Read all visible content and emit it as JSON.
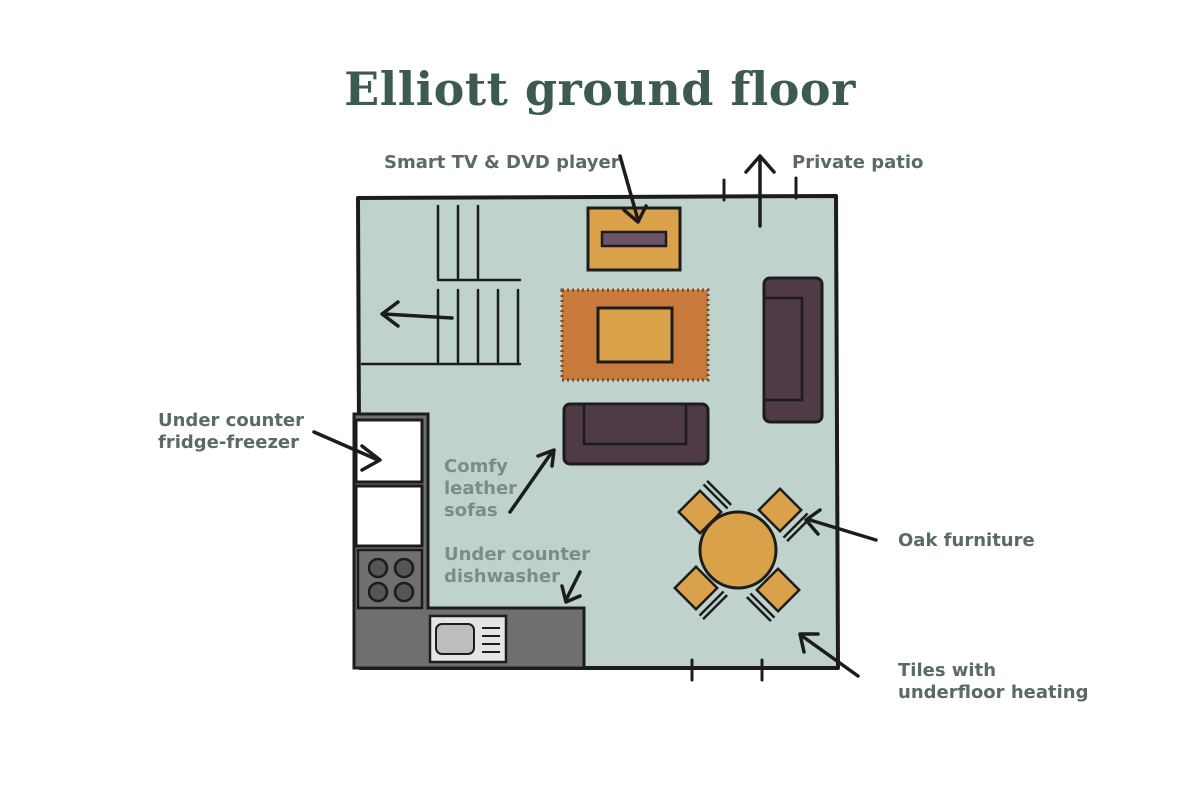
{
  "title": "Elliott ground floor",
  "labels": {
    "tv": "Smart TV & DVD player",
    "patio": "Private patio",
    "fridge": "Under counter\nfridge-freezer",
    "sofas": "Comfy\nleather\nsofas",
    "dishwasher": "Under counter\ndishwasher",
    "oak": "Oak furniture",
    "tiles": "Tiles with\nunderfloor heating"
  },
  "colors": {
    "floor": "#bfd3cc",
    "outline": "#1c1c1c",
    "title": "#3d5a51",
    "label_dark": "#5a6b64",
    "label_light": "#7f8c86",
    "wood": "#d9a24a",
    "rug": "#c77a3c",
    "sofa": "#4f3a47",
    "counter": "#6f6f6f",
    "tv": "#6d5468"
  }
}
